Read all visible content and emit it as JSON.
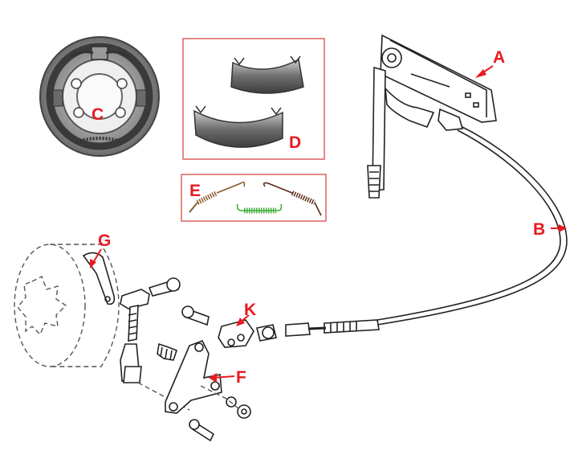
{
  "labels": {
    "a": "A",
    "b": "B",
    "c": "C",
    "d": "D",
    "e": "E",
    "f": "F",
    "g": "G",
    "k": "K"
  },
  "colors": {
    "label_red": "#e8191f",
    "box_border": "#e36b6b",
    "spring_brown": "#8a5a2a",
    "spring_green": "#3fae3a",
    "spring_dark": "#5a2a1a",
    "shoe_gray": "#7a7a7a"
  }
}
